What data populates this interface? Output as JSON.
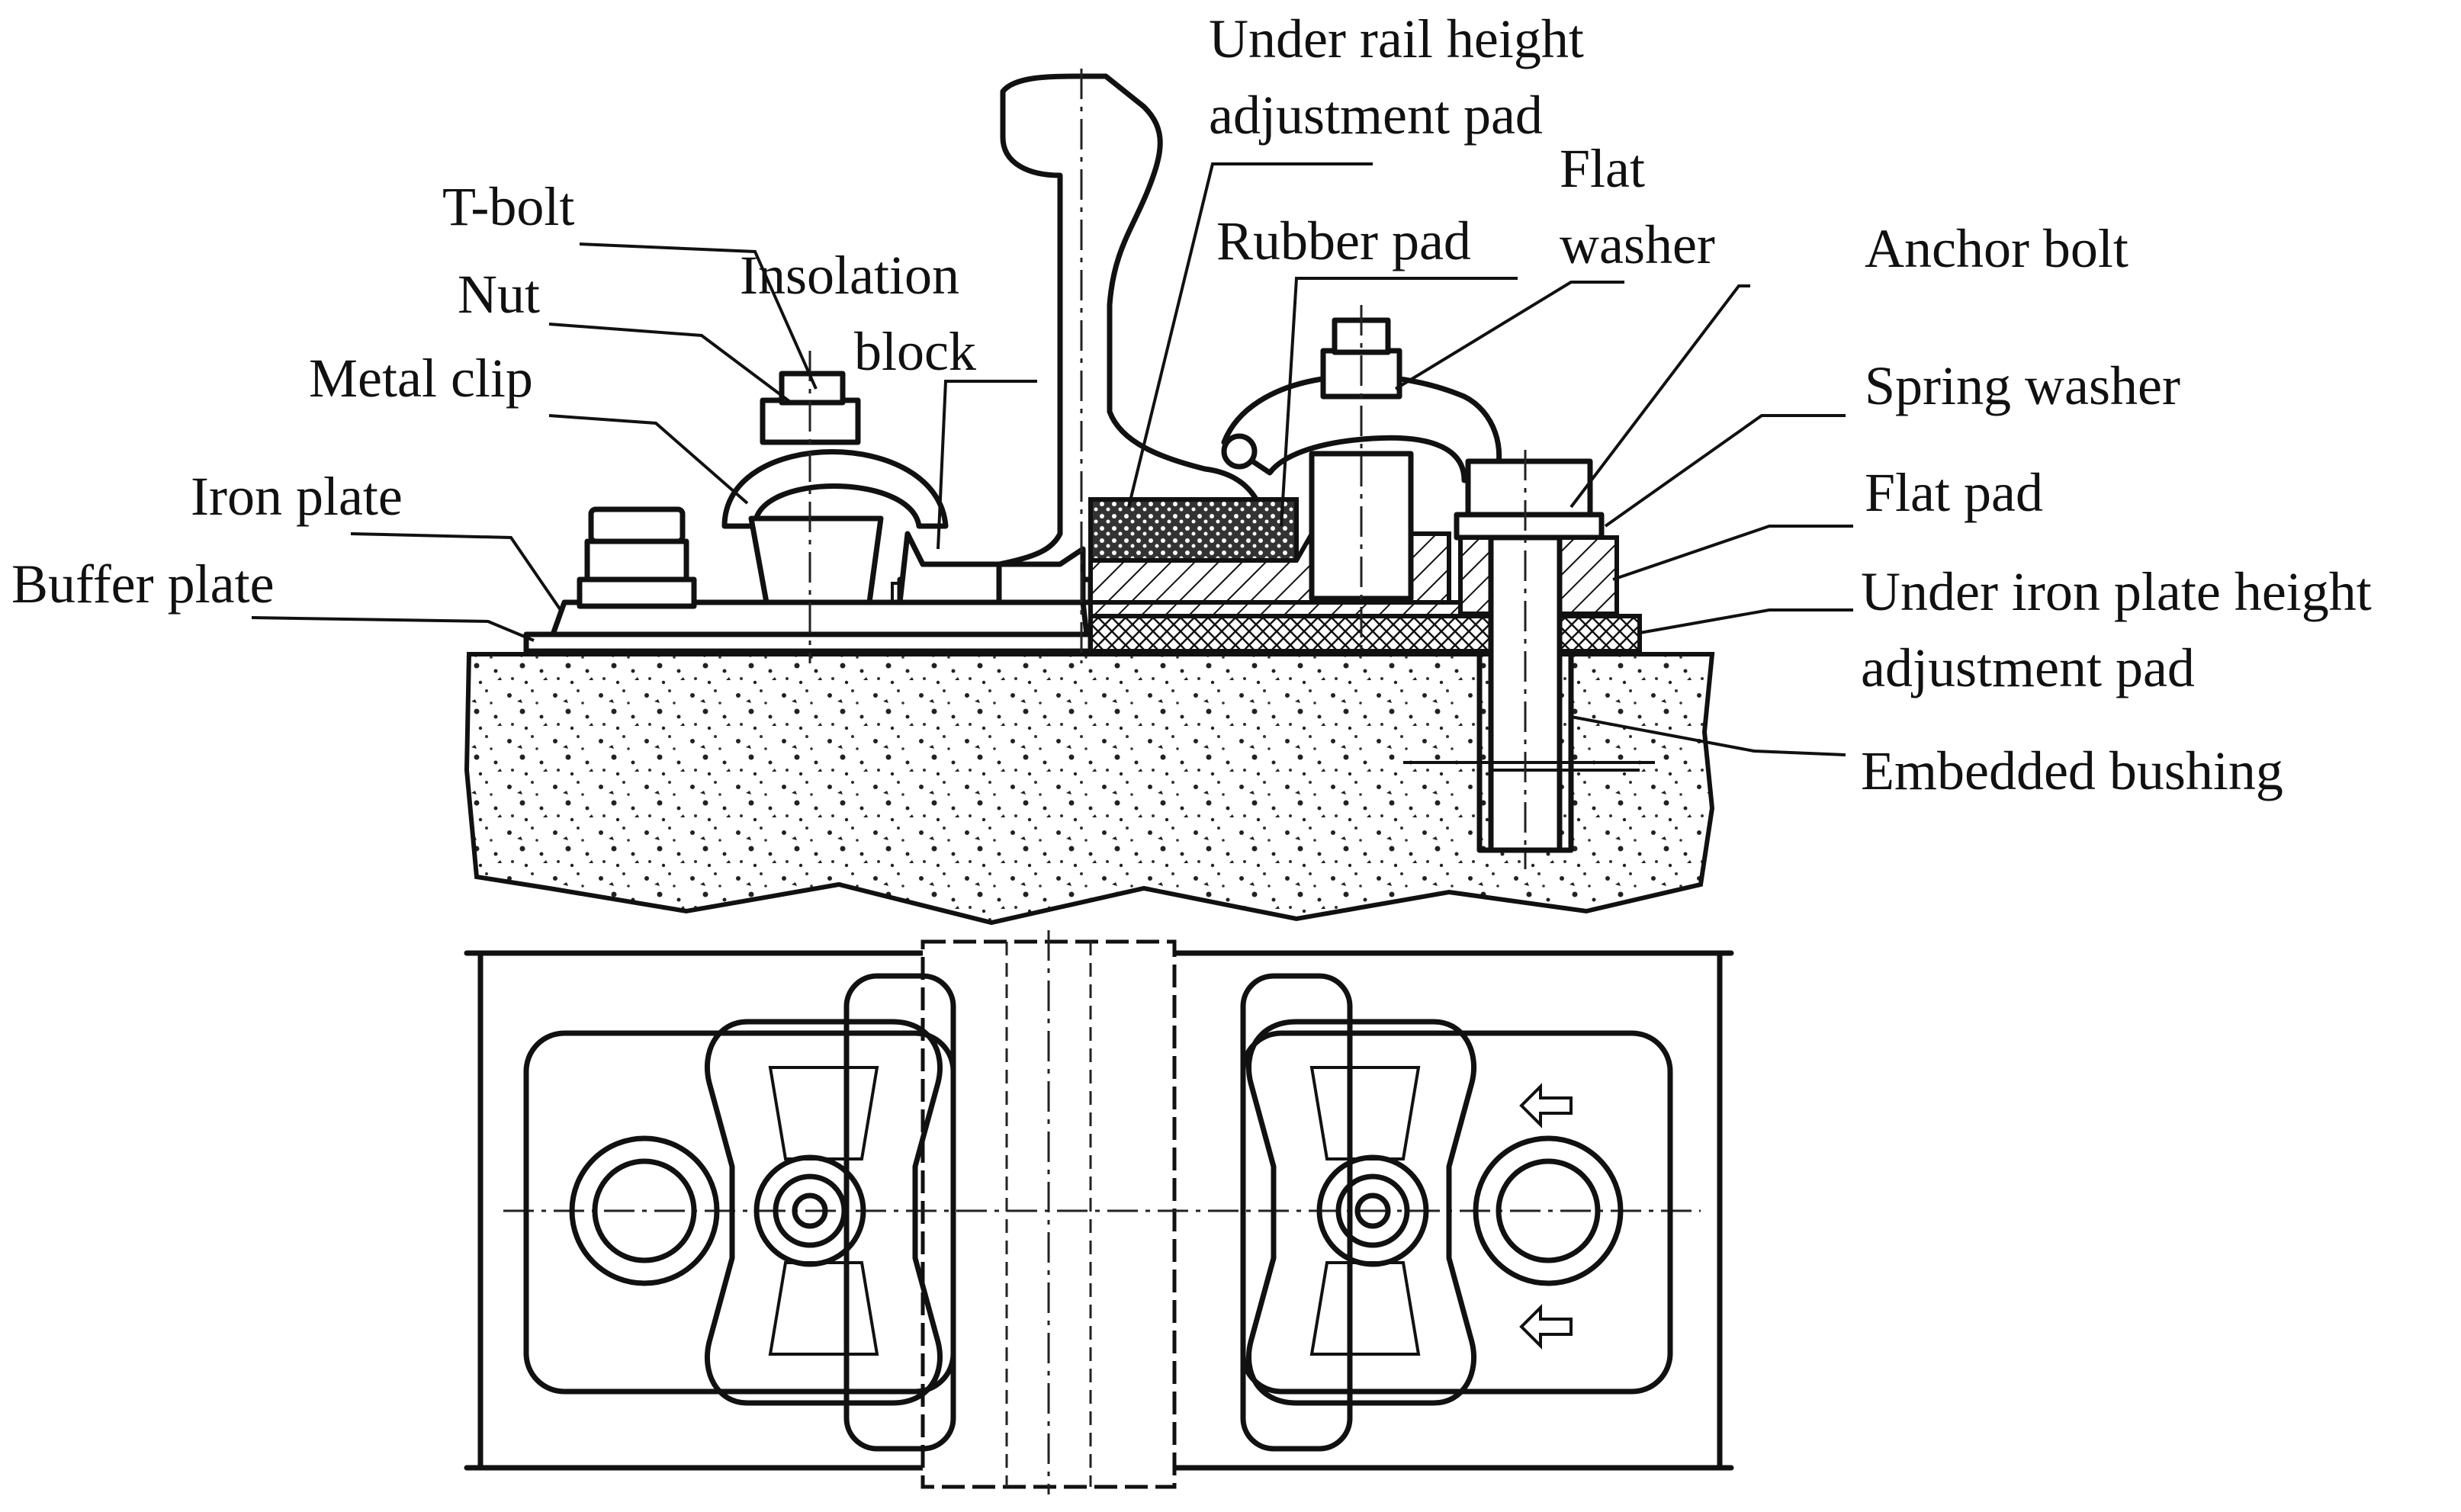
{
  "labels": {
    "t_bolt": "T-bolt",
    "nut": "Nut",
    "metal_clip": "Metal clip",
    "iron_plate": "Iron plate",
    "buffer_plate": "Buffer plate",
    "insolation_block_1": "Insolation",
    "insolation_block_2": "block",
    "under_rail_pad_1": "Under rail height",
    "under_rail_pad_2": "adjustment pad",
    "rubber_pad": "Rubber pad",
    "flat_washer_1": "Flat",
    "flat_washer_2": "washer",
    "anchor_bolt": "Anchor bolt",
    "spring_washer": "Spring washer",
    "flat_pad": "Flat pad",
    "under_iron_pad_1": "Under iron plate height",
    "under_iron_pad_2": "adjustment pad",
    "embedded_bushing": "Embedded bushing"
  },
  "colors": {
    "ink": "#111111",
    "background": "#ffffff"
  }
}
